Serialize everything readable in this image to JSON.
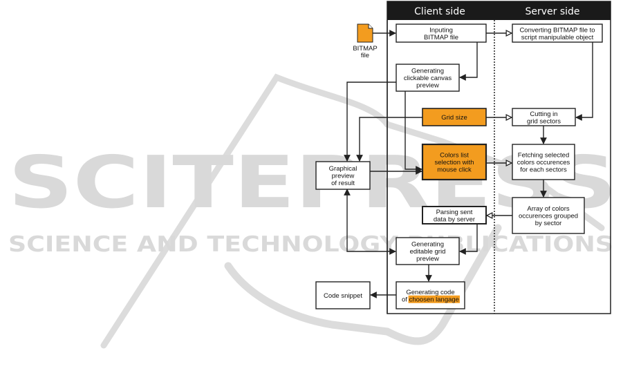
{
  "watermark": {
    "title": "SCITEPRESS",
    "subtitle": "SCIENCE AND TECHNOLOGY PUBLICATIONS"
  },
  "colors": {
    "accent": "#f39c1f",
    "header": "#1a1a1a",
    "stroke": "#222222",
    "watermark": "#d9d9d9"
  },
  "swimlanes": {
    "client": "Client side",
    "server": "Server side"
  },
  "file_icon": {
    "label_line1": "BITMAP",
    "label_line2": "file"
  },
  "nodes": {
    "inputing": {
      "lines": [
        "Inputing",
        "BITMAP file"
      ],
      "highlight": false
    },
    "converting": {
      "lines": [
        "Converting BITMAP file to",
        "script manipulable object"
      ],
      "highlight": false
    },
    "canvas_preview": {
      "lines": [
        "Generating",
        "clickable canvas",
        "preview"
      ],
      "highlight": false
    },
    "grid_size": {
      "lines": [
        "Grid size"
      ],
      "highlight": true
    },
    "cutting": {
      "lines": [
        "Cutting in",
        "grid sectors"
      ],
      "highlight": false
    },
    "colors_list": {
      "lines": [
        "Colors list",
        "selection with",
        "mouse click"
      ],
      "highlight": true
    },
    "fetching": {
      "lines": [
        "Fetching selected",
        "colors occurences",
        "for each sectors"
      ],
      "highlight": false
    },
    "graphical_preview": {
      "lines": [
        "Graphical",
        "preview",
        "of result"
      ],
      "highlight": false
    },
    "array": {
      "lines": [
        "Array of colors",
        "occurences grouped",
        "by sector"
      ],
      "highlight": false
    },
    "parsing": {
      "lines": [
        "Parsing sent",
        "data by server"
      ],
      "highlight": false
    },
    "editable_grid": {
      "lines": [
        "Generating",
        "editable grid",
        "preview"
      ],
      "highlight": false
    },
    "generating_code": {
      "lines": [
        "Generating code",
        "of choosen langage"
      ],
      "highlight": false,
      "highlighted_phrase": "choosen langage"
    },
    "code_snippet": {
      "lines": [
        "Code snippet"
      ],
      "highlight": false
    }
  }
}
